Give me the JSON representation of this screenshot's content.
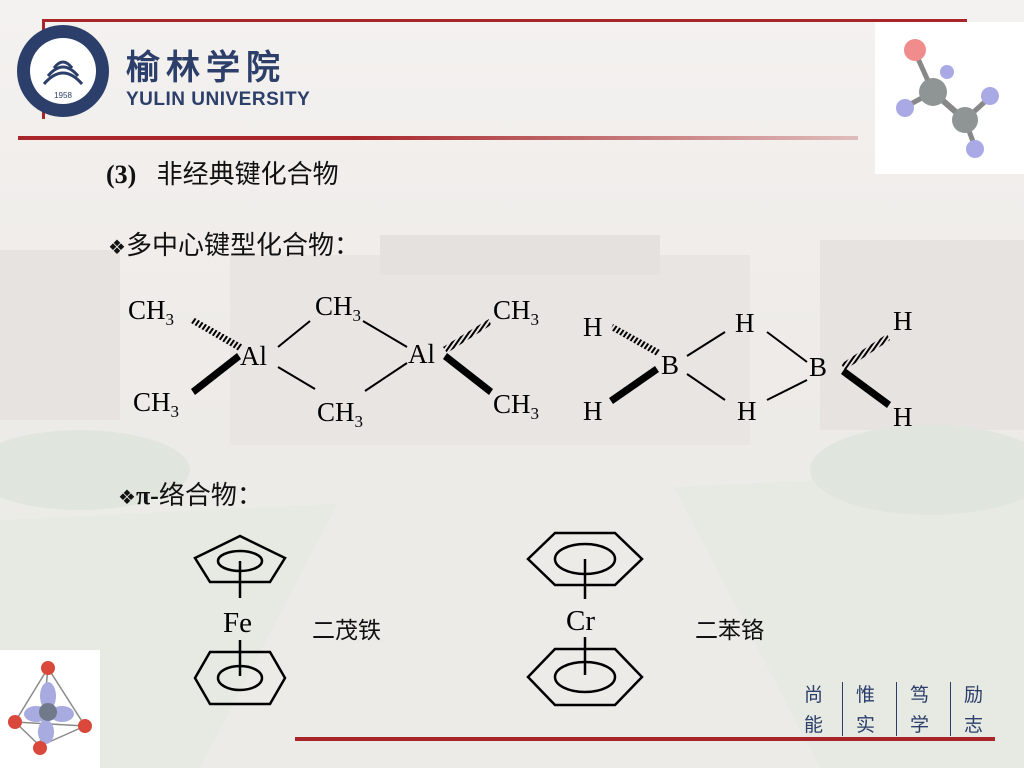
{
  "header": {
    "university_cn": "榆林学院",
    "university_en": "YULIN UNIVERSITY",
    "seal_year": "1958"
  },
  "content": {
    "section_number": "(3)",
    "section_title": "非经典键化合物",
    "bullet_symbol": "❖",
    "bullet1": "多中心键型化合物：",
    "bullet2_prefix": "π-",
    "bullet2_text": "络合物："
  },
  "molecules": {
    "al2me6": {
      "me": "CH",
      "sub": "3",
      "al": "Al"
    },
    "b2h6": {
      "h": "H",
      "b": "B"
    },
    "ferrocene": {
      "metal": "Fe",
      "name": "二茂铁"
    },
    "dibenzene_chromium": {
      "metal": "Cr",
      "name": "二苯铬"
    }
  },
  "footer": {
    "motto": [
      "尚",
      "惟",
      "笃",
      "励",
      "能",
      "实",
      "学",
      "志"
    ]
  },
  "colors": {
    "accent_red": "#a8262a",
    "logo_blue": "#2c3e6a"
  }
}
